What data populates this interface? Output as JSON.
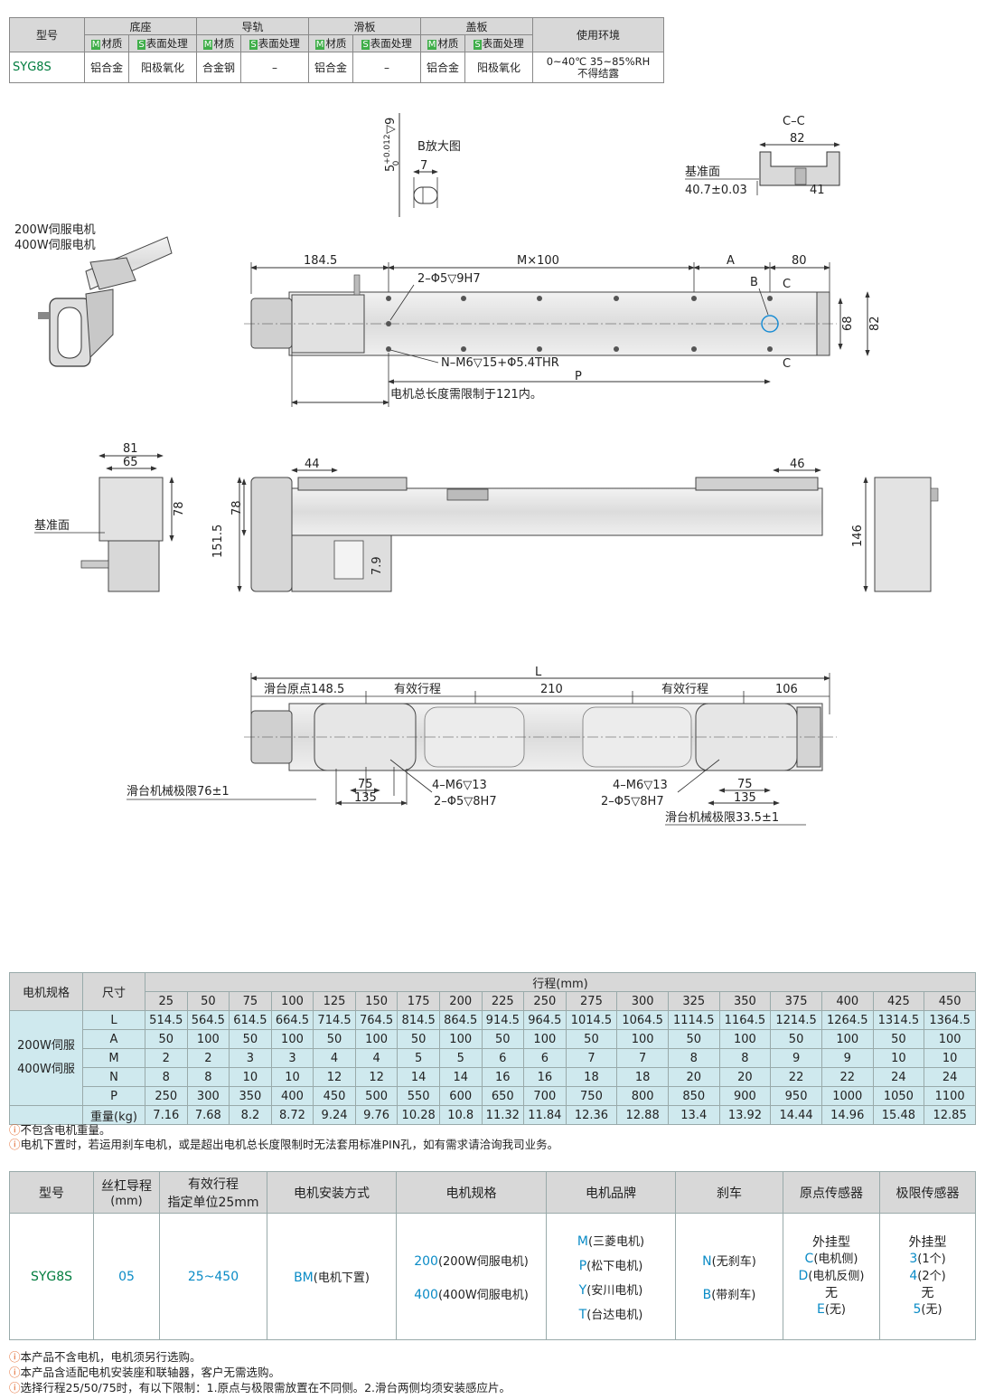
{
  "spec_table": {
    "header_model": "型号",
    "groups": [
      "底座",
      "导轨",
      "滑板",
      "盖板"
    ],
    "header_env": "使用环境",
    "material_tag": "M",
    "material_label": "材质",
    "surface_tag": "S",
    "surface_label": "表面处理",
    "row": {
      "model": "SYG8S",
      "cells": [
        "铝合金",
        "阳极氧化",
        "合金钢",
        "–",
        "铝合金",
        "–",
        "铝合金",
        "阳极氧化"
      ],
      "env_line1": "0~40℃ 35~85%RH",
      "env_line2": "不得结露"
    }
  },
  "drawing": {
    "motor_label_1": "200W伺服电机",
    "motor_label_2": "400W伺服电机",
    "b_view": "B放大图",
    "b_tol": "5",
    "b_tol_sup": "+0.012",
    "b_tol_sub": "0",
    "b_depth": "▽9",
    "b_dim_7": "7",
    "cc_title": "C–C",
    "cc_82": "82",
    "cc_ref": "基准面",
    "cc_407": "40.7±0.03",
    "cc_41": "41",
    "top_1845": "184.5",
    "top_m100": "M×100",
    "top_a": "A",
    "top_80": "80",
    "top_b": "B",
    "top_c1": "C",
    "top_c2": "C",
    "top_pin": "2–Φ5▽9H7",
    "top_tap": "N–M6▽15+Φ5.4THR",
    "top_p": "P",
    "top_68": "68",
    "top_82": "82",
    "top_limit": "电机总长度需限制于121内。",
    "side_81": "81",
    "side_65": "65",
    "side_78a": "78",
    "side_ref": "基准面",
    "side_44": "44",
    "side_46": "46",
    "side_1515": "151.5",
    "side_78b": "78",
    "side_79": "7.9",
    "side_146": "146",
    "bot_l": "L",
    "bot_origin": "滑台原点148.5",
    "bot_stroke1": "有效行程",
    "bot_210": "210",
    "bot_stroke2": "有效行程",
    "bot_106": "106",
    "bot_limit1": "滑台机械极限76±1",
    "bot_75a": "75",
    "bot_135a": "135",
    "bot_tap1": "4–M6▽13",
    "bot_pin1": "2–Φ5▽8H7",
    "bot_tap2": "4–M6▽13",
    "bot_pin2": "2–Φ5▽8H7",
    "bot_75b": "75",
    "bot_135b": "135",
    "bot_limit2": "滑台机械极限33.5±1"
  },
  "dim_table": {
    "h_motor": "电机规格",
    "h_size": "尺寸",
    "h_stroke": "行程(mm)",
    "strokes": [
      "25",
      "50",
      "75",
      "100",
      "125",
      "150",
      "175",
      "200",
      "225",
      "250",
      "275",
      "300",
      "325",
      "350",
      "375",
      "400",
      "425",
      "450"
    ],
    "motor_1": "200W伺服",
    "motor_2": "400W伺服",
    "rows": [
      {
        "label": "L",
        "values": [
          "514.5",
          "564.5",
          "614.5",
          "664.5",
          "714.5",
          "764.5",
          "814.5",
          "864.5",
          "914.5",
          "964.5",
          "1014.5",
          "1064.5",
          "1114.5",
          "1164.5",
          "1214.5",
          "1264.5",
          "1314.5",
          "1364.5"
        ]
      },
      {
        "label": "A",
        "values": [
          "50",
          "100",
          "50",
          "100",
          "50",
          "100",
          "50",
          "100",
          "50",
          "100",
          "50",
          "100",
          "50",
          "100",
          "50",
          "100",
          "50",
          "100"
        ]
      },
      {
        "label": "M",
        "values": [
          "2",
          "2",
          "3",
          "3",
          "4",
          "4",
          "5",
          "5",
          "6",
          "6",
          "7",
          "7",
          "8",
          "8",
          "9",
          "9",
          "10",
          "10"
        ]
      },
      {
        "label": "N",
        "values": [
          "8",
          "8",
          "10",
          "10",
          "12",
          "12",
          "14",
          "14",
          "16",
          "16",
          "18",
          "18",
          "20",
          "20",
          "22",
          "22",
          "24",
          "24"
        ]
      },
      {
        "label": "P",
        "values": [
          "250",
          "300",
          "350",
          "400",
          "450",
          "500",
          "550",
          "600",
          "650",
          "700",
          "750",
          "800",
          "850",
          "900",
          "950",
          "1000",
          "1050",
          "1100"
        ]
      },
      {
        "label": "重量(kg)",
        "values": [
          "7.16",
          "7.68",
          "8.2",
          "8.72",
          "9.24",
          "9.76",
          "10.28",
          "10.8",
          "11.32",
          "11.84",
          "12.36",
          "12.88",
          "13.4",
          "13.92",
          "14.44",
          "14.96",
          "15.48",
          "12.85"
        ]
      }
    ],
    "notes": [
      "不包含电机重量。",
      "电机下置时，若运用刹车电机，或是超出电机总长度限制时无法套用标准PIN孔，如有需求请洽询我司业务。"
    ]
  },
  "order_table": {
    "h_model": "型号",
    "h_lead_1": "丝杠导程",
    "h_lead_2": "(mm)",
    "h_stroke_1": "有效行程",
    "h_stroke_2": "指定单位25mm",
    "h_mount": "电机安装方式",
    "h_spec": "电机规格",
    "h_brand": "电机品牌",
    "h_brake": "刹车",
    "h_origin": "原点传感器",
    "h_limit": "极限传感器",
    "model": "SYG8S",
    "lead": "05",
    "stroke": "25~450",
    "mount_code": "BM",
    "mount_desc": "(电机下置)",
    "specs": [
      {
        "code": "200",
        "desc": "(200W伺服电机)"
      },
      {
        "code": "400",
        "desc": "(400W伺服电机)"
      }
    ],
    "brands": [
      {
        "code": "M",
        "desc": "(三菱电机)"
      },
      {
        "code": "P",
        "desc": "(松下电机)"
      },
      {
        "code": "Y",
        "desc": "(安川电机)"
      },
      {
        "code": "T",
        "desc": "(台达电机)"
      }
    ],
    "brakes": [
      {
        "code": "N",
        "desc": "(无刹车)"
      },
      {
        "code": "B",
        "desc": "(带刹车)"
      }
    ],
    "origin_title": "外挂型",
    "origin_opts": [
      {
        "code": "C",
        "desc": "(电机侧)"
      },
      {
        "code": "D",
        "desc": "(电机反侧)"
      }
    ],
    "origin_none": "无",
    "origin_none_opt": {
      "code": "E",
      "desc": "(无)"
    },
    "limit_title": "外挂型",
    "limit_opts": [
      {
        "code": "3",
        "desc": "(1个)"
      },
      {
        "code": "4",
        "desc": "(2个)"
      }
    ],
    "limit_none": "无",
    "limit_none_opt": {
      "code": "5",
      "desc": "(无)"
    },
    "notes": [
      "本产品不含电机，电机须另行选购。",
      "本产品含适配电机安装座和联轴器，客户无需选购。",
      "选择行程25/50/75时，有以下限制：1.原点与极限需放置在不同侧。2.滑台两侧均须安装感应片。"
    ]
  },
  "colors": {
    "accent_green": "#007c3e",
    "accent_blue": "#0a8bc6",
    "table_cyan": "#cfe9ee",
    "header_grey": "#d8d8d8",
    "note_icon": "#e05a1a"
  }
}
